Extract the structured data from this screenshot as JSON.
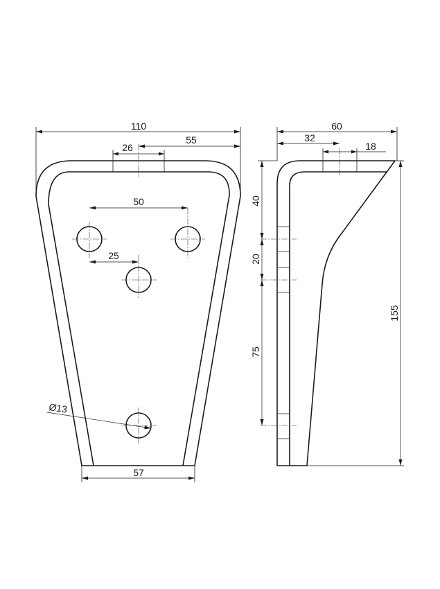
{
  "dimensions": {
    "front": {
      "overall_width": "110",
      "half_width": "55",
      "top_slot": "26",
      "hole_spacing": "50",
      "hole_offset": "25",
      "hole_diameter": "Ø13",
      "bottom_width": "57"
    },
    "side": {
      "overall_depth": "60",
      "upper_depth": "32",
      "slot_width": "18",
      "top_to_hole": "40",
      "hole_to_hole": "20",
      "hole_to_bottom_hole": "75",
      "overall_height": "155"
    }
  }
}
